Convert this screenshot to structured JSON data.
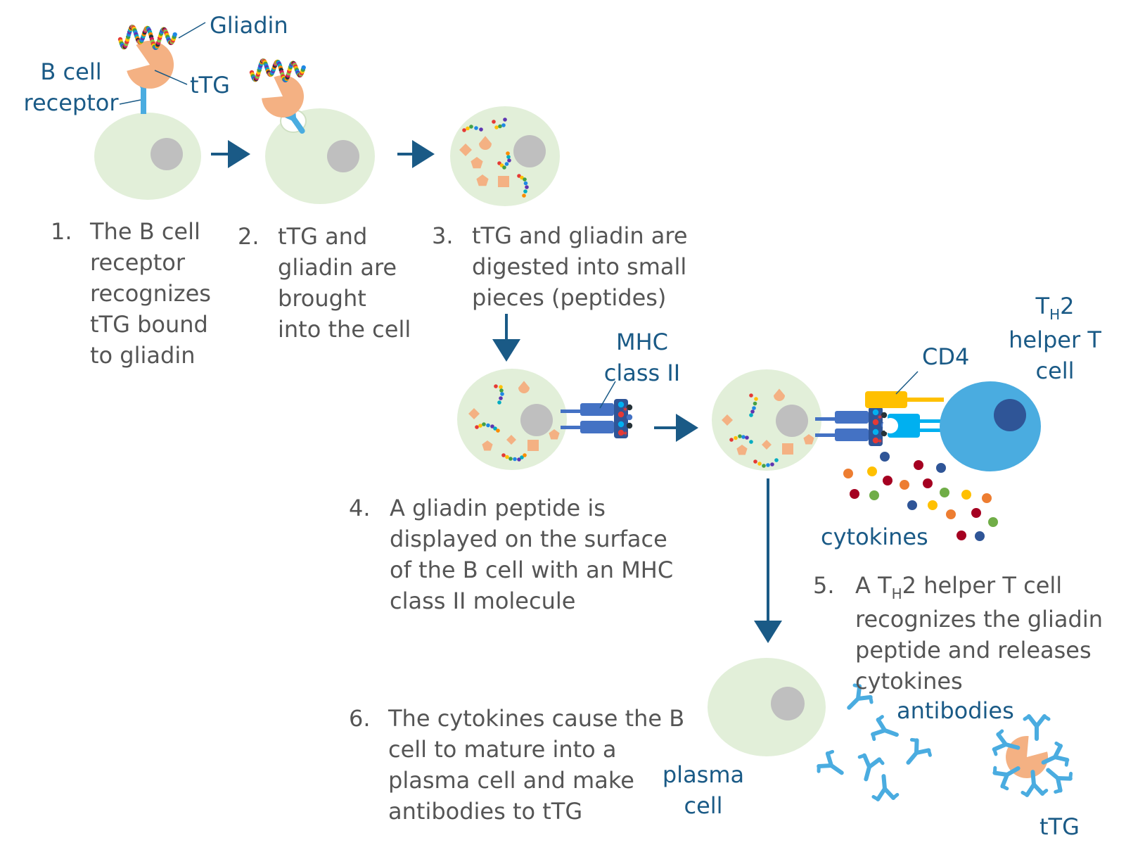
{
  "labels": {
    "gliadin": "Gliadin",
    "b_cell_receptor_line1": "B cell",
    "b_cell_receptor_line2": "receptor",
    "ttg_top": "tTG",
    "mhc_line1": "MHC",
    "mhc_line2": "class II",
    "cd4": "CD4",
    "th2_t": "T",
    "th2_sub": "H",
    "th2_rest": "2",
    "th2_line2": "helper T",
    "th2_line3": "cell",
    "cytokines": "cytokines",
    "antibodies": "antibodies",
    "plasma_line1": "plasma",
    "plasma_line2": "cell",
    "ttg_bottom": "tTG"
  },
  "steps": [
    {
      "number": "1.",
      "lines": [
        "The B cell",
        "receptor",
        "recognizes",
        "tTG bound",
        "to gliadin"
      ]
    },
    {
      "number": "2.",
      "lines": [
        "tTG and",
        "gliadin are",
        "brought",
        "into the cell"
      ]
    },
    {
      "number": "3.",
      "lines": [
        "tTG and gliadin are",
        "digested into small",
        "pieces (peptides)"
      ]
    },
    {
      "number": "4.",
      "lines": [
        "A gliadin peptide is",
        "displayed on the surface",
        "of the B cell with an MHC",
        "class II molecule"
      ]
    },
    {
      "number": "5.",
      "line1_pre": "A T",
      "line1_sub": "H",
      "line1_post": "2 helper T cell",
      "lines": [
        "recognizes the gliadin",
        "peptide and releases",
        "cytokines"
      ]
    },
    {
      "number": "6.",
      "lines": [
        "The cytokines cause the B",
        "cell to mature into a",
        "plasma cell and make",
        "antibodies to tTG"
      ]
    }
  ],
  "colors": {
    "b_cell": "#e2efd9",
    "nucleus": "#bfbfbf",
    "arrow": "#1a5a86",
    "label_text": "#1a5a86",
    "step_text": "#555555",
    "ttg": "#f4b183",
    "receptor": "#4aace0",
    "mhc": "#4472c4",
    "cd4": "#ffc000",
    "t_cell": "#4aace0",
    "t_cell_nucleus": "#2f5597"
  }
}
